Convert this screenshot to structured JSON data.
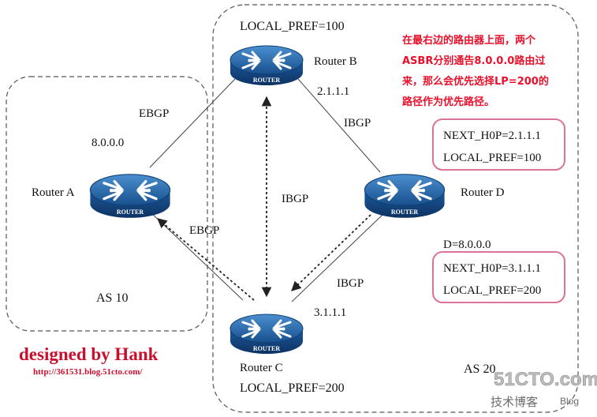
{
  "as_labels": {
    "left": "AS 10",
    "right": "AS 20"
  },
  "routers": {
    "A": {
      "name": "Router A",
      "badge": "ROUTER"
    },
    "B": {
      "name": "Router B",
      "badge": "ROUTER"
    },
    "C": {
      "name": "Router C",
      "badge": "ROUTER"
    },
    "D": {
      "name": "Router D",
      "badge": "ROUTER"
    }
  },
  "labels": {
    "b_local_pref": "LOCAL_PREF=100",
    "b_addr": "2.1.1.1",
    "c_addr": "3.1.1.1",
    "c_local_pref": "LOCAL_PREF=200",
    "prefix": "8.0.0.0",
    "ebgp_top": "EBGP",
    "ebgp_bottom": "EBGP",
    "ibgp_bd": "IBGP",
    "ibgp_bc": "IBGP",
    "ibgp_cd": "IBGP",
    "d_prefix": "D=8.0.0.0"
  },
  "boxes": {
    "upper": {
      "line1": "NEXT_H0P=2.1.1.1",
      "line2": "LOCAL_PREF=100"
    },
    "lower": {
      "line1": "NEXT_H0P=3.1.1.1",
      "line2": "LOCAL_PREF=200"
    }
  },
  "note": {
    "line1": "在最右边的路由器上面，两个",
    "line2": "ASBR分别通告8.0.0.0路由过",
    "line3": "来，那么会优先选择LP=200的",
    "line4": "路径作为优先路径。"
  },
  "credit": {
    "title": "designed by Hank",
    "url": "http://361531.blog.51cto.com/"
  },
  "watermark": {
    "brand": "51CTO.com",
    "sub1": "技术博客",
    "sub2": "Blog"
  },
  "colors": {
    "note_red": "#e8102a",
    "box_border": "#d9739a",
    "router_blue": "#1f5fa0",
    "dash": "#555555"
  }
}
